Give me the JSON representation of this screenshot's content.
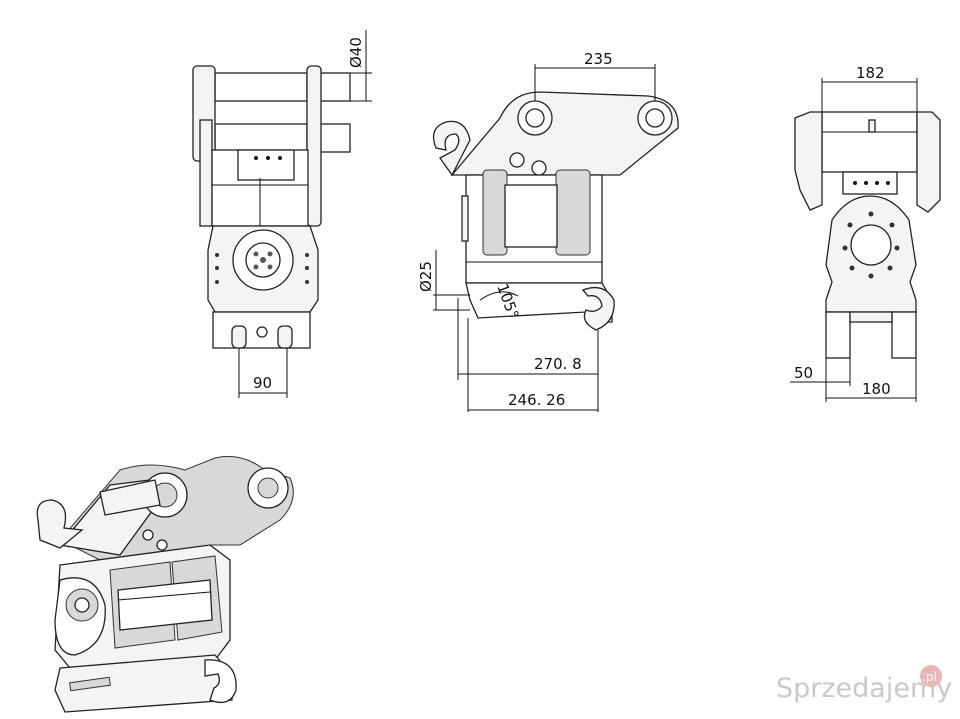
{
  "dimensions": {
    "pin_diameter": "Ø40",
    "pin_center_distance": "235",
    "hook_diameter": "Ø25",
    "hook_angle": "105°",
    "total_length_1": "270. 8",
    "total_length_2": "246. 26",
    "bottom_width_front": "90",
    "top_width_side": "182",
    "bottom_width_side": "180",
    "foot_width_side": "50"
  },
  "watermark": {
    "brand": "Sprzedajemy",
    "badge": ".pl"
  },
  "colors": {
    "line": "#111111",
    "metal_fill": "#f4f4f4",
    "metal_shade": "#d8d8d8",
    "watermark": "#c9c9c9",
    "badge_bg": "#e9b7b7"
  }
}
